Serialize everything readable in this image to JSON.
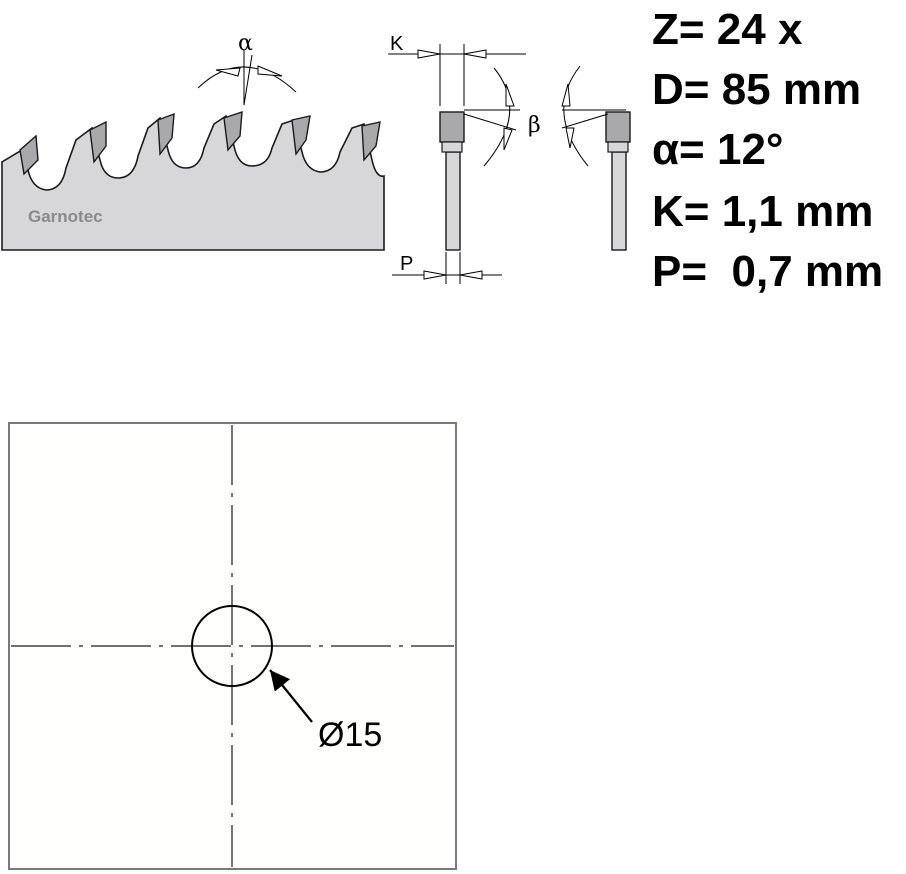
{
  "blade_diagram": {
    "brand": "Garnotec",
    "alpha_symbol": "α",
    "beta_symbol": "β",
    "k_label": "K",
    "p_label": "P"
  },
  "specs": [
    {
      "text": "Z= 24 x"
    },
    {
      "text": "D= 85 mm"
    },
    {
      "text": "α= 12°"
    },
    {
      "text": "K= 1,1 mm"
    },
    {
      "text": "P=  0,7 mm"
    }
  ],
  "bore_drawing": {
    "diameter_label": "Ø15"
  },
  "colors": {
    "blade_body": "#d7d7d9",
    "tooth_tip": "#a9a9ab",
    "outline": "#1a1a1a",
    "frame": "#7a7a7a",
    "brand_text": "#8a8a8c"
  }
}
